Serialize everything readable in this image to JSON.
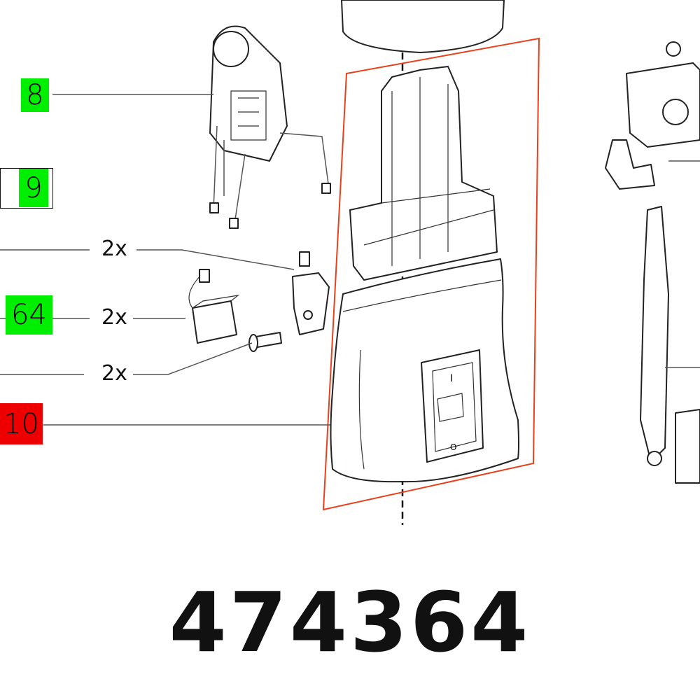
{
  "callouts": [
    {
      "number": "8",
      "color": "#00ee00"
    },
    {
      "number": "9",
      "color": "#00ee00",
      "outlined": true
    },
    {
      "number": "64",
      "color": "#00ee00"
    },
    {
      "number": "10",
      "color": "#ee0000"
    }
  ],
  "quantities": [
    "2x",
    "2x",
    "2x"
  ],
  "part_number": "474364",
  "highlight_frame_color": "#e8401c",
  "switch_marks": {
    "on": "I",
    "off": "O"
  }
}
